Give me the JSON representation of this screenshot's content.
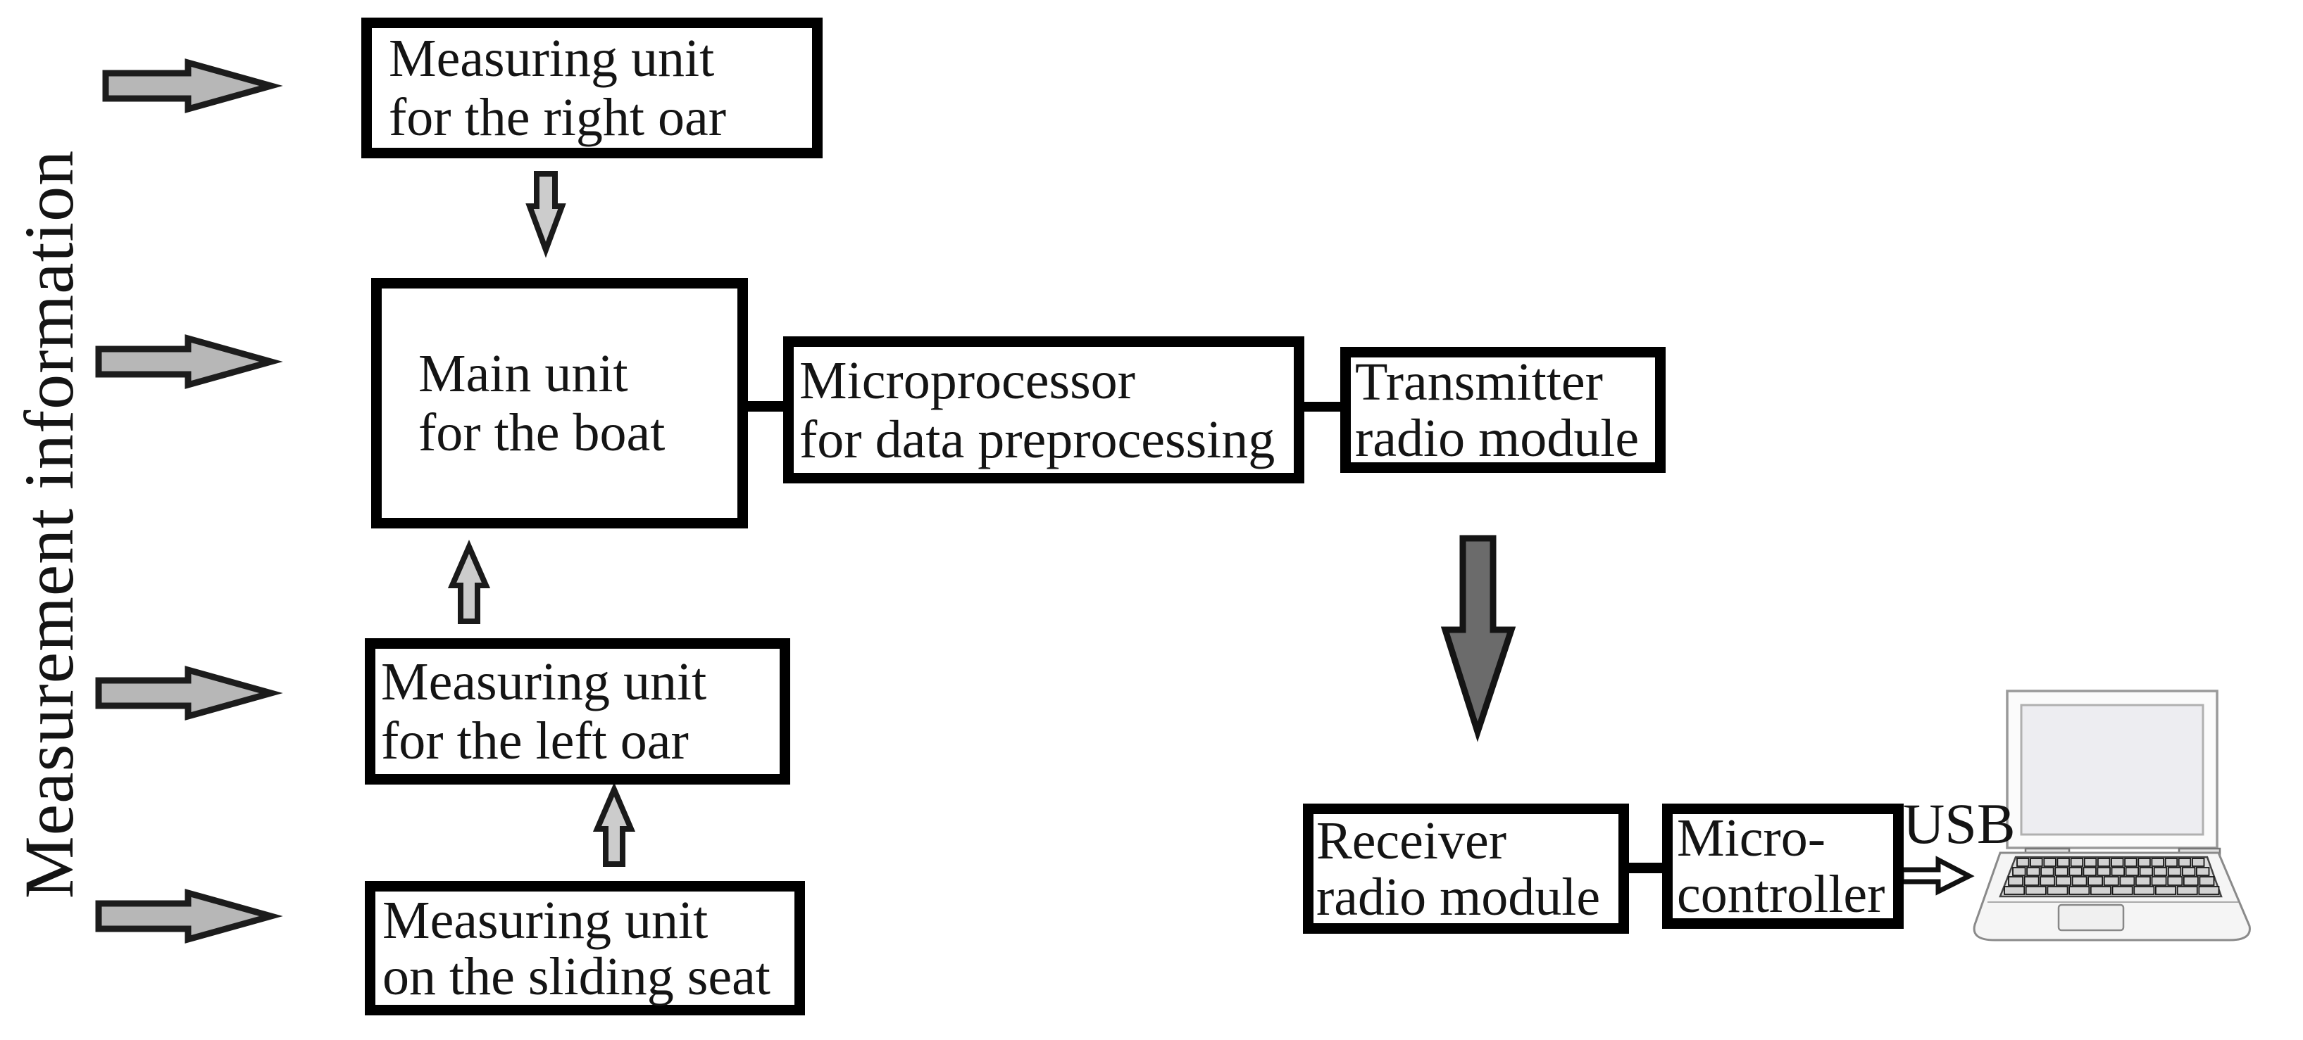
{
  "diagram": {
    "side_label": "Measurement information",
    "usb_label": "USB",
    "input_arrows_count": 4,
    "nodes": {
      "right_oar": {
        "line1": "Measuring unit",
        "line2": "for the right oar"
      },
      "main_unit": {
        "line1": "Main unit",
        "line2": "for the boat"
      },
      "microprocessor": {
        "line1": "Microprocessor",
        "line2": "for data preprocessing"
      },
      "transmitter": {
        "line1": "Transmitter",
        "line2": "radio module"
      },
      "left_oar": {
        "line1": "Measuring unit",
        "line2": "for the left oar"
      },
      "sliding_seat": {
        "line1": "Measuring unit",
        "line2": "on the sliding seat"
      },
      "receiver": {
        "line1": "Receiver",
        "line2": "radio module"
      },
      "microcontroller": {
        "line1": "Micro-",
        "line2": "controller"
      }
    },
    "edges": [
      {
        "from": "measurement_inputs",
        "to": "right_oar",
        "type": "gray-arrow"
      },
      {
        "from": "measurement_inputs",
        "to": "main_unit",
        "type": "gray-arrow"
      },
      {
        "from": "measurement_inputs",
        "to": "left_oar",
        "type": "gray-arrow"
      },
      {
        "from": "measurement_inputs",
        "to": "sliding_seat",
        "type": "gray-arrow"
      },
      {
        "from": "right_oar",
        "to": "main_unit",
        "type": "hollow-arrow-down"
      },
      {
        "from": "left_oar",
        "to": "main_unit",
        "type": "hollow-arrow-up"
      },
      {
        "from": "sliding_seat",
        "to": "left_oar",
        "type": "hollow-arrow-up"
      },
      {
        "from": "main_unit",
        "to": "microprocessor",
        "type": "line"
      },
      {
        "from": "microprocessor",
        "to": "transmitter",
        "type": "line"
      },
      {
        "from": "transmitter",
        "to": "receiver",
        "type": "dark-arrow-down"
      },
      {
        "from": "receiver",
        "to": "microcontroller",
        "type": "line"
      },
      {
        "from": "microcontroller",
        "to": "computer",
        "type": "usb-arrow",
        "label": "USB"
      }
    ],
    "colors": {
      "background": "#ffffff",
      "box_border": "#000000",
      "text": "#141414",
      "gray_arrow_fill": "#b7b7b7",
      "hollow_arrow_fill": "#cccccc",
      "dark_arrow_fill": "#6b6b6b",
      "usb_arrow_fill": "#ffffff"
    }
  }
}
